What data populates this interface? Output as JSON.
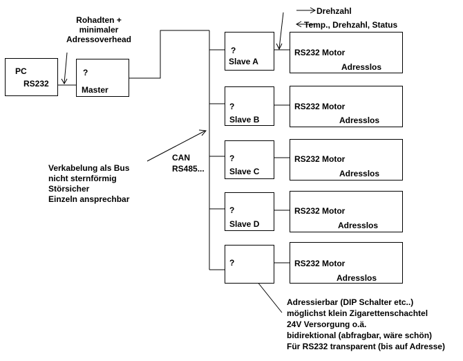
{
  "pc": {
    "title": "PC",
    "port": "RS232"
  },
  "master": {
    "mark": "?",
    "label": "Master"
  },
  "rohdaten_note": [
    "Rohadten +",
    "minimaler",
    "Adressoverhead"
  ],
  "drehzahl_label": "Drehzahl",
  "feedback_label": "Temp., Drehzahl, Status",
  "bus_label": [
    "CAN",
    "RS485..."
  ],
  "wiring_notes": [
    "Verkabelung als Bus",
    "nicht sternförmig",
    "Störsicher",
    "Einzeln ansprechbar"
  ],
  "slaves": [
    {
      "mark": "?",
      "label": "Slave A"
    },
    {
      "mark": "?",
      "label": "Slave B"
    },
    {
      "mark": "?",
      "label": "Slave C"
    },
    {
      "mark": "?",
      "label": "Slave D"
    },
    {
      "mark": "?",
      "label": ""
    }
  ],
  "motors": [
    {
      "title": "RS232 Motor",
      "sub": "Adresslos"
    },
    {
      "title": "RS232 Motor",
      "sub": "Adresslos"
    },
    {
      "title": "RS232 Motor",
      "sub": "Adresslos"
    },
    {
      "title": "RS232 Motor",
      "sub": "Adresslos"
    },
    {
      "title": "RS232 Motor",
      "sub": "Adresslos"
    }
  ],
  "requirements": [
    "Adressierbar (DIP Schalter etc..)",
    "möglichst klein Zigarettenschachtel",
    "24V Versorgung o.ä.",
    "bidirektional (abfragbar, wäre schön)",
    "Für RS232 transparent (bis auf Adresse)"
  ]
}
